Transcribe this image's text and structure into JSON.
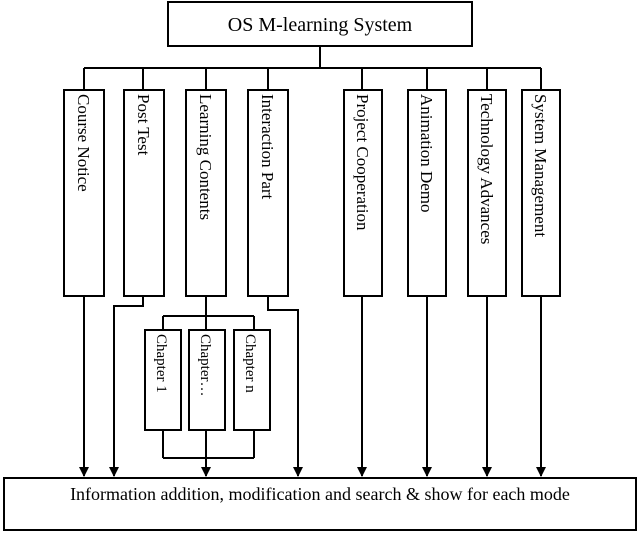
{
  "title": "OS M-learning System",
  "modules": [
    "Course Notice",
    "Post Test",
    "Learning Contents",
    "Interaction Part",
    "Project Cooperation",
    "Animation Demo",
    "Technology Advances",
    "System Management"
  ],
  "chapters": [
    "Chapter 1",
    "Chapter…",
    "Chapter n"
  ],
  "bottom": "Information addition, modification and search & show for each mode"
}
